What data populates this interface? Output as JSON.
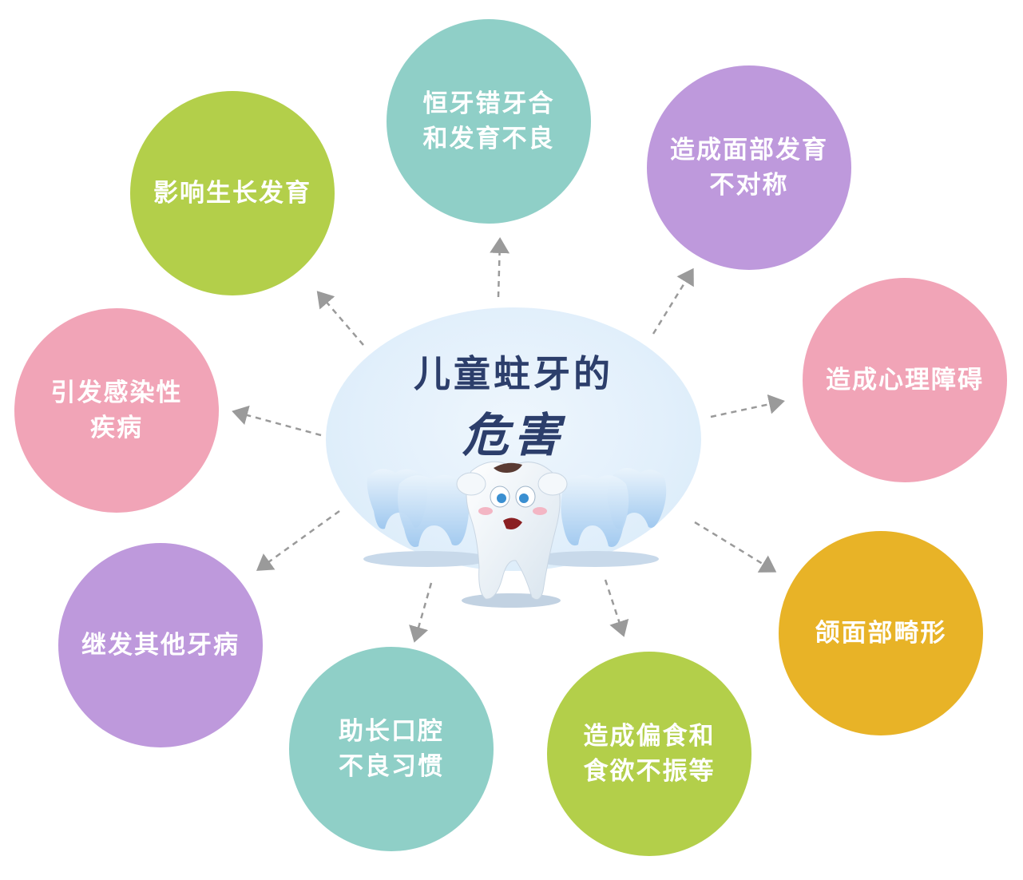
{
  "title": {
    "line1": "儿童蛀牙的",
    "line2": "危害"
  },
  "harms": [
    {
      "id": "growth",
      "text": "影响生长发育"
    },
    {
      "id": "malocclusion",
      "text": "恒牙错牙合\n和发育不良"
    },
    {
      "id": "face-asymmetry",
      "text": "造成面部发育\n不对称"
    },
    {
      "id": "psychological",
      "text": "造成心理障碍"
    },
    {
      "id": "jaw-deformity",
      "text": "颌面部畸形"
    },
    {
      "id": "picky-eating",
      "text": "造成偏食和\n食欲不振等"
    },
    {
      "id": "bad-habits",
      "text": "助长口腔\n不良习惯"
    },
    {
      "id": "other-diseases",
      "text": "继发其他牙病"
    },
    {
      "id": "infection",
      "text": "引发感染性\n疾病"
    }
  ],
  "colors": {
    "green": "#b3cf4a",
    "teal": "#8fcfc7",
    "purple": "#be99dc",
    "pink": "#f1a4b7",
    "orange": "#e8b327",
    "title": "#2c3e6b",
    "arrow": "#9a9a9a"
  }
}
